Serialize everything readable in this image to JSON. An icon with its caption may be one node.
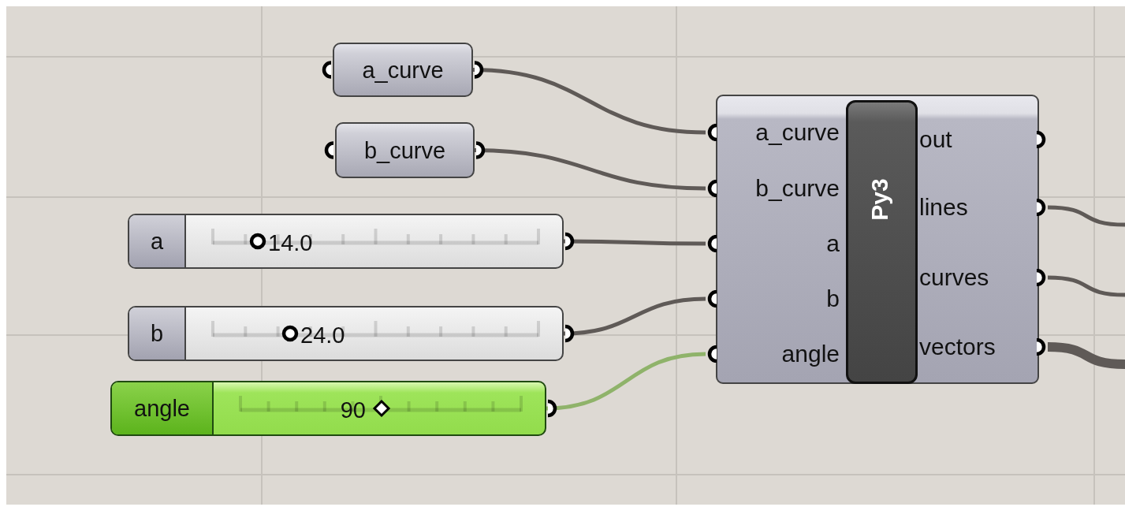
{
  "diagram": {
    "nodes": [
      {
        "text": [
          "a_curve"
        ]
      },
      {
        "text": [
          "b_curve"
        ]
      },
      {
        "text": [
          "a",
          "14.0"
        ]
      },
      {
        "text": [
          "b",
          "24.0"
        ]
      },
      {
        "text": [
          "angle",
          "90"
        ]
      },
      {
        "text": [
          "Py3"
        ]
      },
      {
        "text": [
          "a_curve"
        ],
        "in": 5
      },
      {
        "text": [
          "b_curve"
        ],
        "in": 5
      },
      {
        "text": [
          "a"
        ],
        "in": 5
      },
      {
        "text": [
          "b"
        ],
        "in": 5
      },
      {
        "text": [
          "angle"
        ],
        "in": 5
      },
      {
        "text": [
          "out"
        ],
        "in": 5
      },
      {
        "text": [
          "lines"
        ],
        "in": 5
      },
      {
        "text": [
          "curves"
        ],
        "in": 5
      },
      {
        "text": [
          "vectors"
        ],
        "in": 5
      }
    ],
    "edges": [
      {
        "from": 0,
        "to": 6,
        "arrow": "none"
      },
      {
        "from": 1,
        "to": 7,
        "arrow": "none"
      },
      {
        "from": 2,
        "to": 8,
        "arrow": "none"
      },
      {
        "from": 3,
        "to": 9,
        "arrow": "none"
      },
      {
        "from": 4,
        "to": 10,
        "arrow": "none",
        "color": "#8fb36a"
      },
      {
        "from": 12,
        "to": null,
        "arrow": "none"
      },
      {
        "from": 13,
        "to": null,
        "arrow": "none"
      },
      {
        "from": 14,
        "to": null,
        "arrow": "none",
        "style": "thick"
      }
    ]
  }
}
